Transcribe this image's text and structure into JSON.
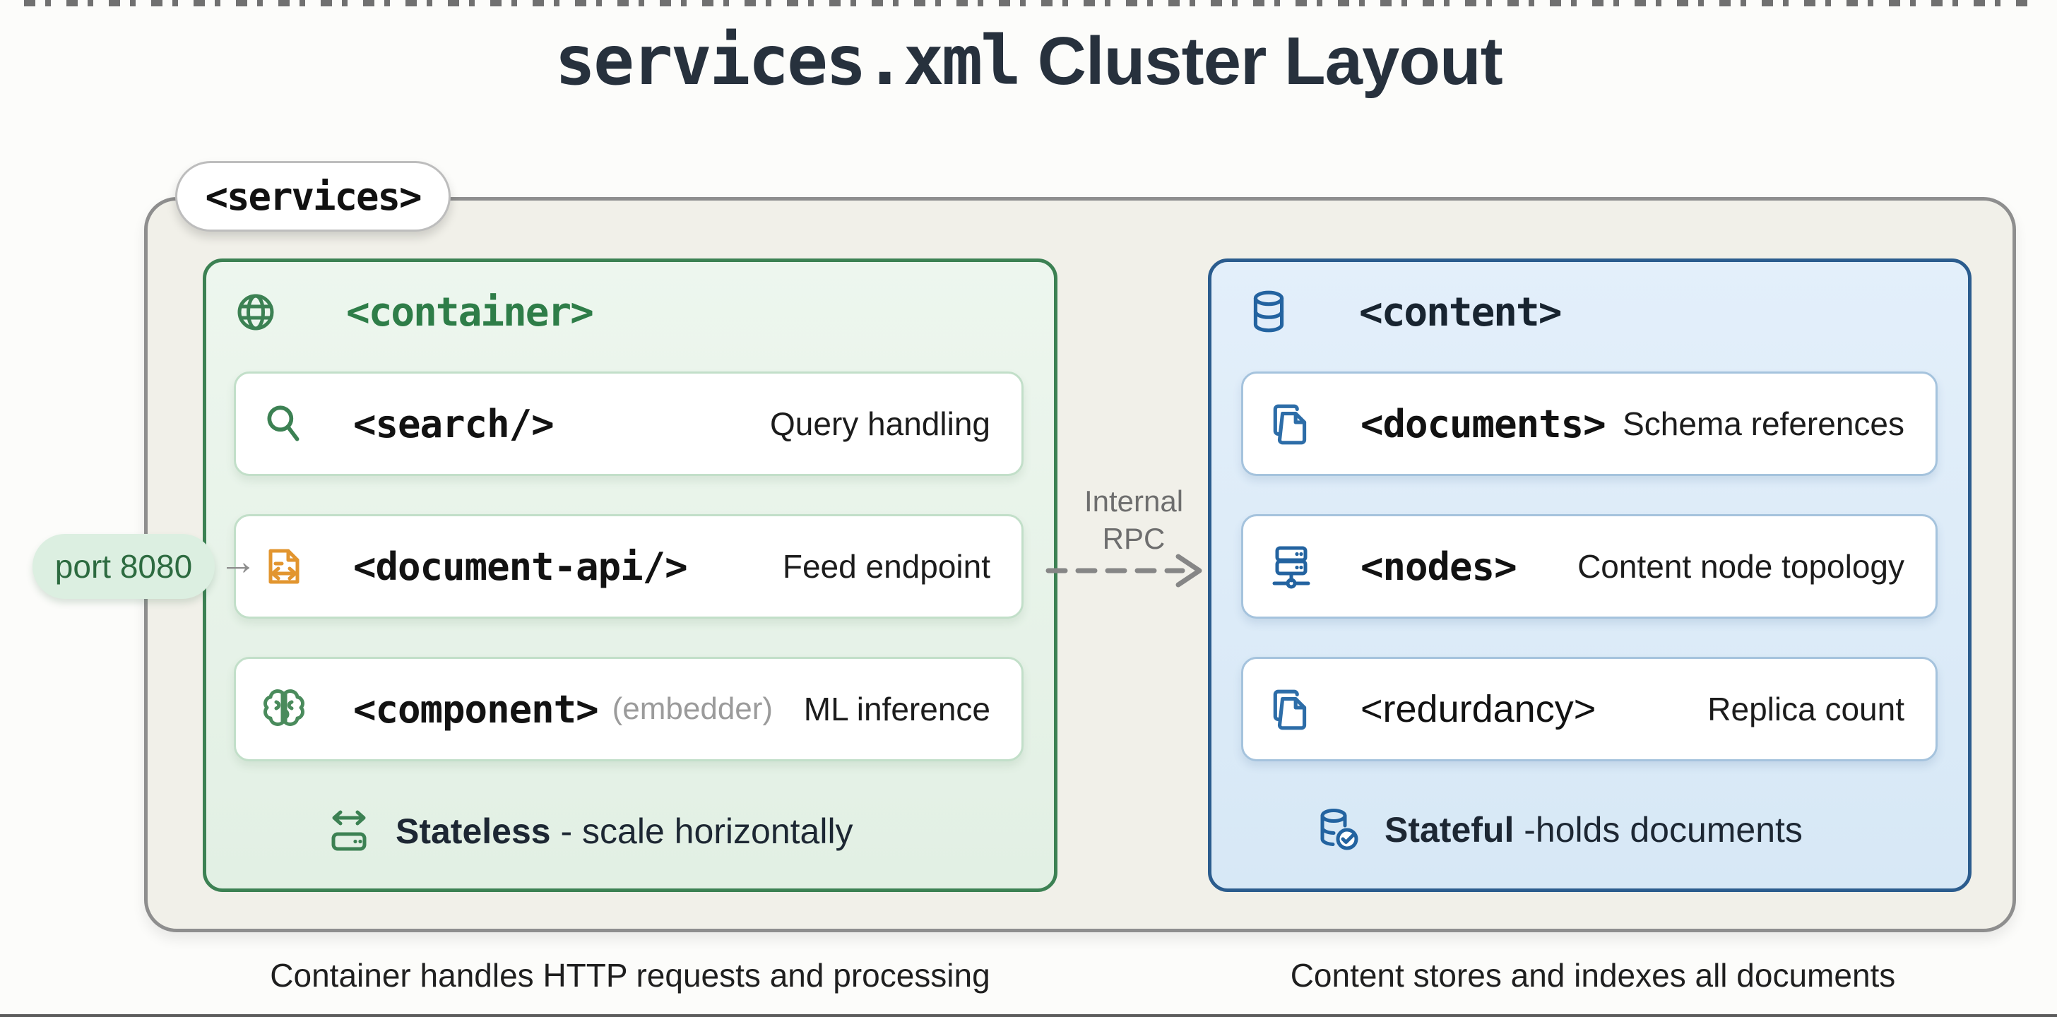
{
  "title": {
    "code": "services.xml",
    "rest": " Cluster Layout"
  },
  "services_label": "<services>",
  "port_badge": {
    "label": "port 8080",
    "arrow": "→"
  },
  "rpc": {
    "line1": "Internal",
    "line2": "RPC"
  },
  "container": {
    "tag": "<container>",
    "rows": [
      {
        "tag": "<search/>",
        "desc": "Query handling",
        "icon": "search-icon"
      },
      {
        "tag": "<document-api/>",
        "desc": "Feed endpoint",
        "icon": "file-transfer-icon"
      },
      {
        "tag": "<component>",
        "note": "(embedder)",
        "desc": "ML inference",
        "icon": "brain-icon"
      }
    ],
    "footer_bold": "Stateless",
    "footer_rest": " - scale horizontally",
    "caption": "Container handles HTTP requests and processing"
  },
  "content": {
    "tag": "<content>",
    "rows": [
      {
        "tag": "<documents>",
        "desc": "Schema references",
        "icon": "copy-icon"
      },
      {
        "tag": "<nodes>",
        "desc": "Content node topology",
        "icon": "server-stack-icon"
      },
      {
        "tag": "<redurdancy>",
        "desc": "Replica count",
        "icon": "copy-icon"
      }
    ],
    "footer_bold": "Stateful",
    "footer_rest": " -holds documents",
    "caption": "Content stores and indexes all documents"
  },
  "colors": {
    "green_border": "#3c8153",
    "green_text": "#2e7d48",
    "blue_border": "#2b5c8e",
    "blue_icon": "#2767a3",
    "orange_icon": "#e2952f",
    "outer_fill": "#f1f0e9",
    "container_fill": "#e7f3e9",
    "content_fill": "#dcebf8",
    "port_pill_fill": "#dcefe1",
    "port_pill_text": "#2d6b40"
  }
}
